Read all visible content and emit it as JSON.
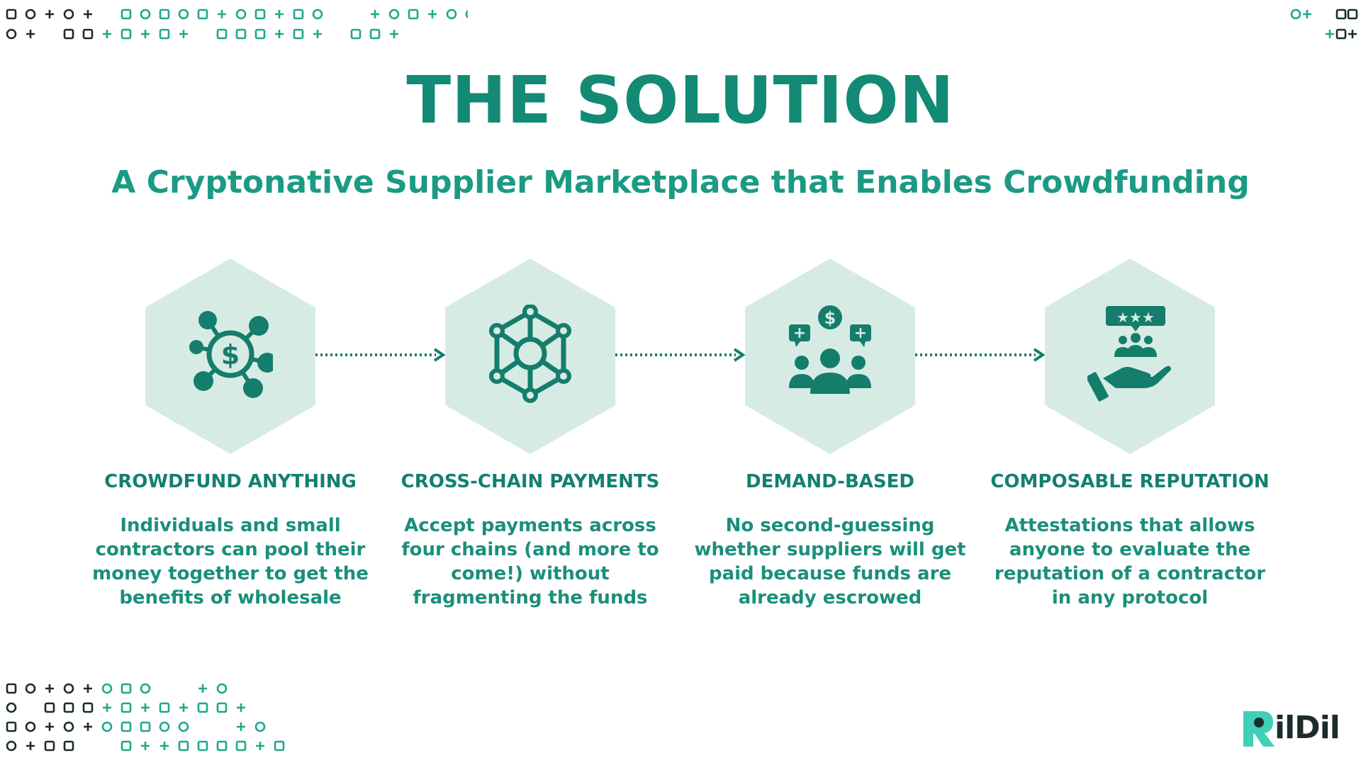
{
  "title": "THE SOLUTION",
  "subtitle": "A Cryptonative Supplier Marketplace that Enables Crowdfunding",
  "steps": [
    {
      "title": "CROWDFUND ANYTHING",
      "description": "Individuals and small contractors can pool their money together to get the benefits of wholesale",
      "icon": "crowdfund-network-icon"
    },
    {
      "title": "CROSS-CHAIN PAYMENTS",
      "description": "Accept payments across four chains (and more to come!) without fragmenting the funds",
      "icon": "chain-network-icon"
    },
    {
      "title": "DEMAND-BASED",
      "description": "No second-guessing whether suppliers will get paid because funds are already escrowed",
      "icon": "community-funding-icon"
    },
    {
      "title": "COMPOSABLE REPUTATION",
      "description": "Attestations that allows anyone to evaluate the reputation of a contractor in any protocol",
      "icon": "reputation-hand-icon"
    }
  ],
  "logo": {
    "text": "ilDil",
    "mark": "R"
  },
  "colors": {
    "accent": "#128a75",
    "hex_fill": "#d7ebe5",
    "icon": "#147d6c",
    "dark": "#1c2b2b"
  }
}
